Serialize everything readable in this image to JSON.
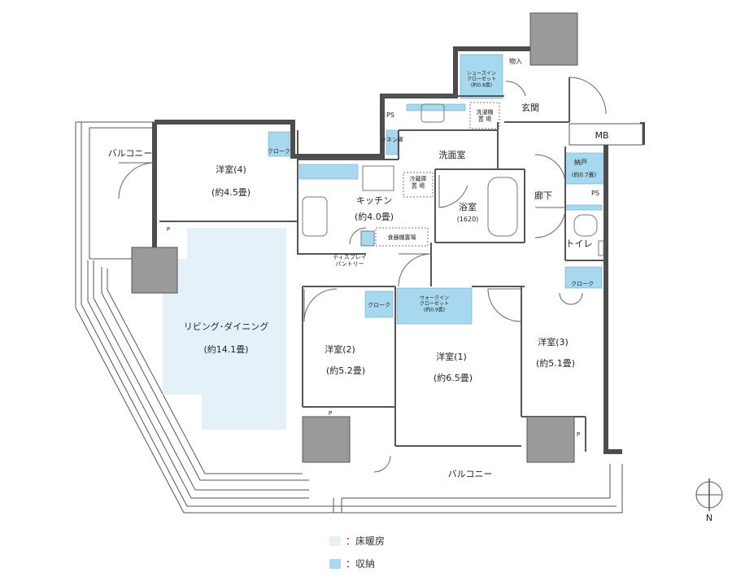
{
  "rooms": {
    "balcony_west": "バルコニー",
    "room4": "洋室(4)",
    "room4_size": "(約4.5畳)",
    "cloak4": "クローク",
    "kitchen": "キッチン",
    "kitchen_size": "(約4.0畳)",
    "fridge": "冷蔵庫\n置 場",
    "dish": "食器棚置場",
    "display_pantry": "ディスプレイ\nパントリー",
    "linen": "リネン庫",
    "ps_top": "PS",
    "shoes_in": "シューズイン\nクローゼット\n(約0.8畳)",
    "storage_in": "物入",
    "entrance": "玄関",
    "washer": "洗濯機\n置 場",
    "washroom": "洗面室",
    "bath": "浴室",
    "bath_size": "(1620)",
    "mb": "MB",
    "closet_nato": "納戸",
    "closet_nato_size": "(約0.7畳)",
    "ps_right": "PS",
    "corridor": "廊下",
    "toilet": "トイレ",
    "cloak3": "クローク",
    "living": "リビング･ダイニング",
    "living_size": "(約14.1畳)",
    "room2": "洋室(2)",
    "room2_size": "(約5.2畳)",
    "cloak2": "クローク",
    "wic": "ウォークイン\nクローゼット\n(約0.9畳)",
    "room1": "洋室(1)",
    "room1_size": "(約6.5畳)",
    "room3": "洋室(3)",
    "room3_size": "(約5.1畳)",
    "balcony_south": "バルコニー",
    "p1": "P",
    "p2": "P",
    "p3": "P"
  },
  "compass": {
    "label": "N"
  },
  "legend": {
    "floor_heating": "：床暖房",
    "storage": "：収納"
  },
  "colors": {
    "floor_heating": "#e4f1f9",
    "storage": "#a8d8ef",
    "column": "#9a9a9a",
    "wall": "#4d4d4d"
  }
}
